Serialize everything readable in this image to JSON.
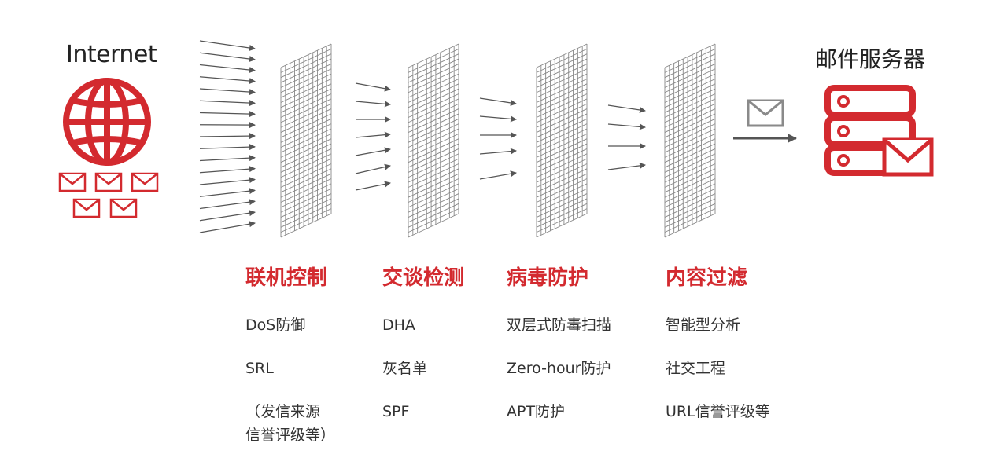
{
  "internet": {
    "label": "Internet",
    "icon": "globe-icon",
    "mail_icon": "envelope-icon"
  },
  "server": {
    "label": "邮件服务器",
    "icon": "mail-server-icon"
  },
  "colors": {
    "accent": "#d32a2f",
    "line": "#555555",
    "mesh": "#888888",
    "envelope_gray": "#8a8a8a"
  },
  "stages": [
    {
      "title": "联机控制",
      "items": [
        "DoS防御",
        "SRL",
        "（发信来源",
        "信誉评级等）"
      ]
    },
    {
      "title": "交谈检测",
      "items": [
        "DHA",
        "灰名单",
        "SPF"
      ]
    },
    {
      "title": "病毒防护",
      "items": [
        "双层式防毒扫描",
        "Zero-hour防护",
        "APT防护"
      ]
    },
    {
      "title": "内容过滤",
      "items": [
        "智能型分析",
        "社交工程",
        "URL信誉评级等"
      ]
    }
  ]
}
